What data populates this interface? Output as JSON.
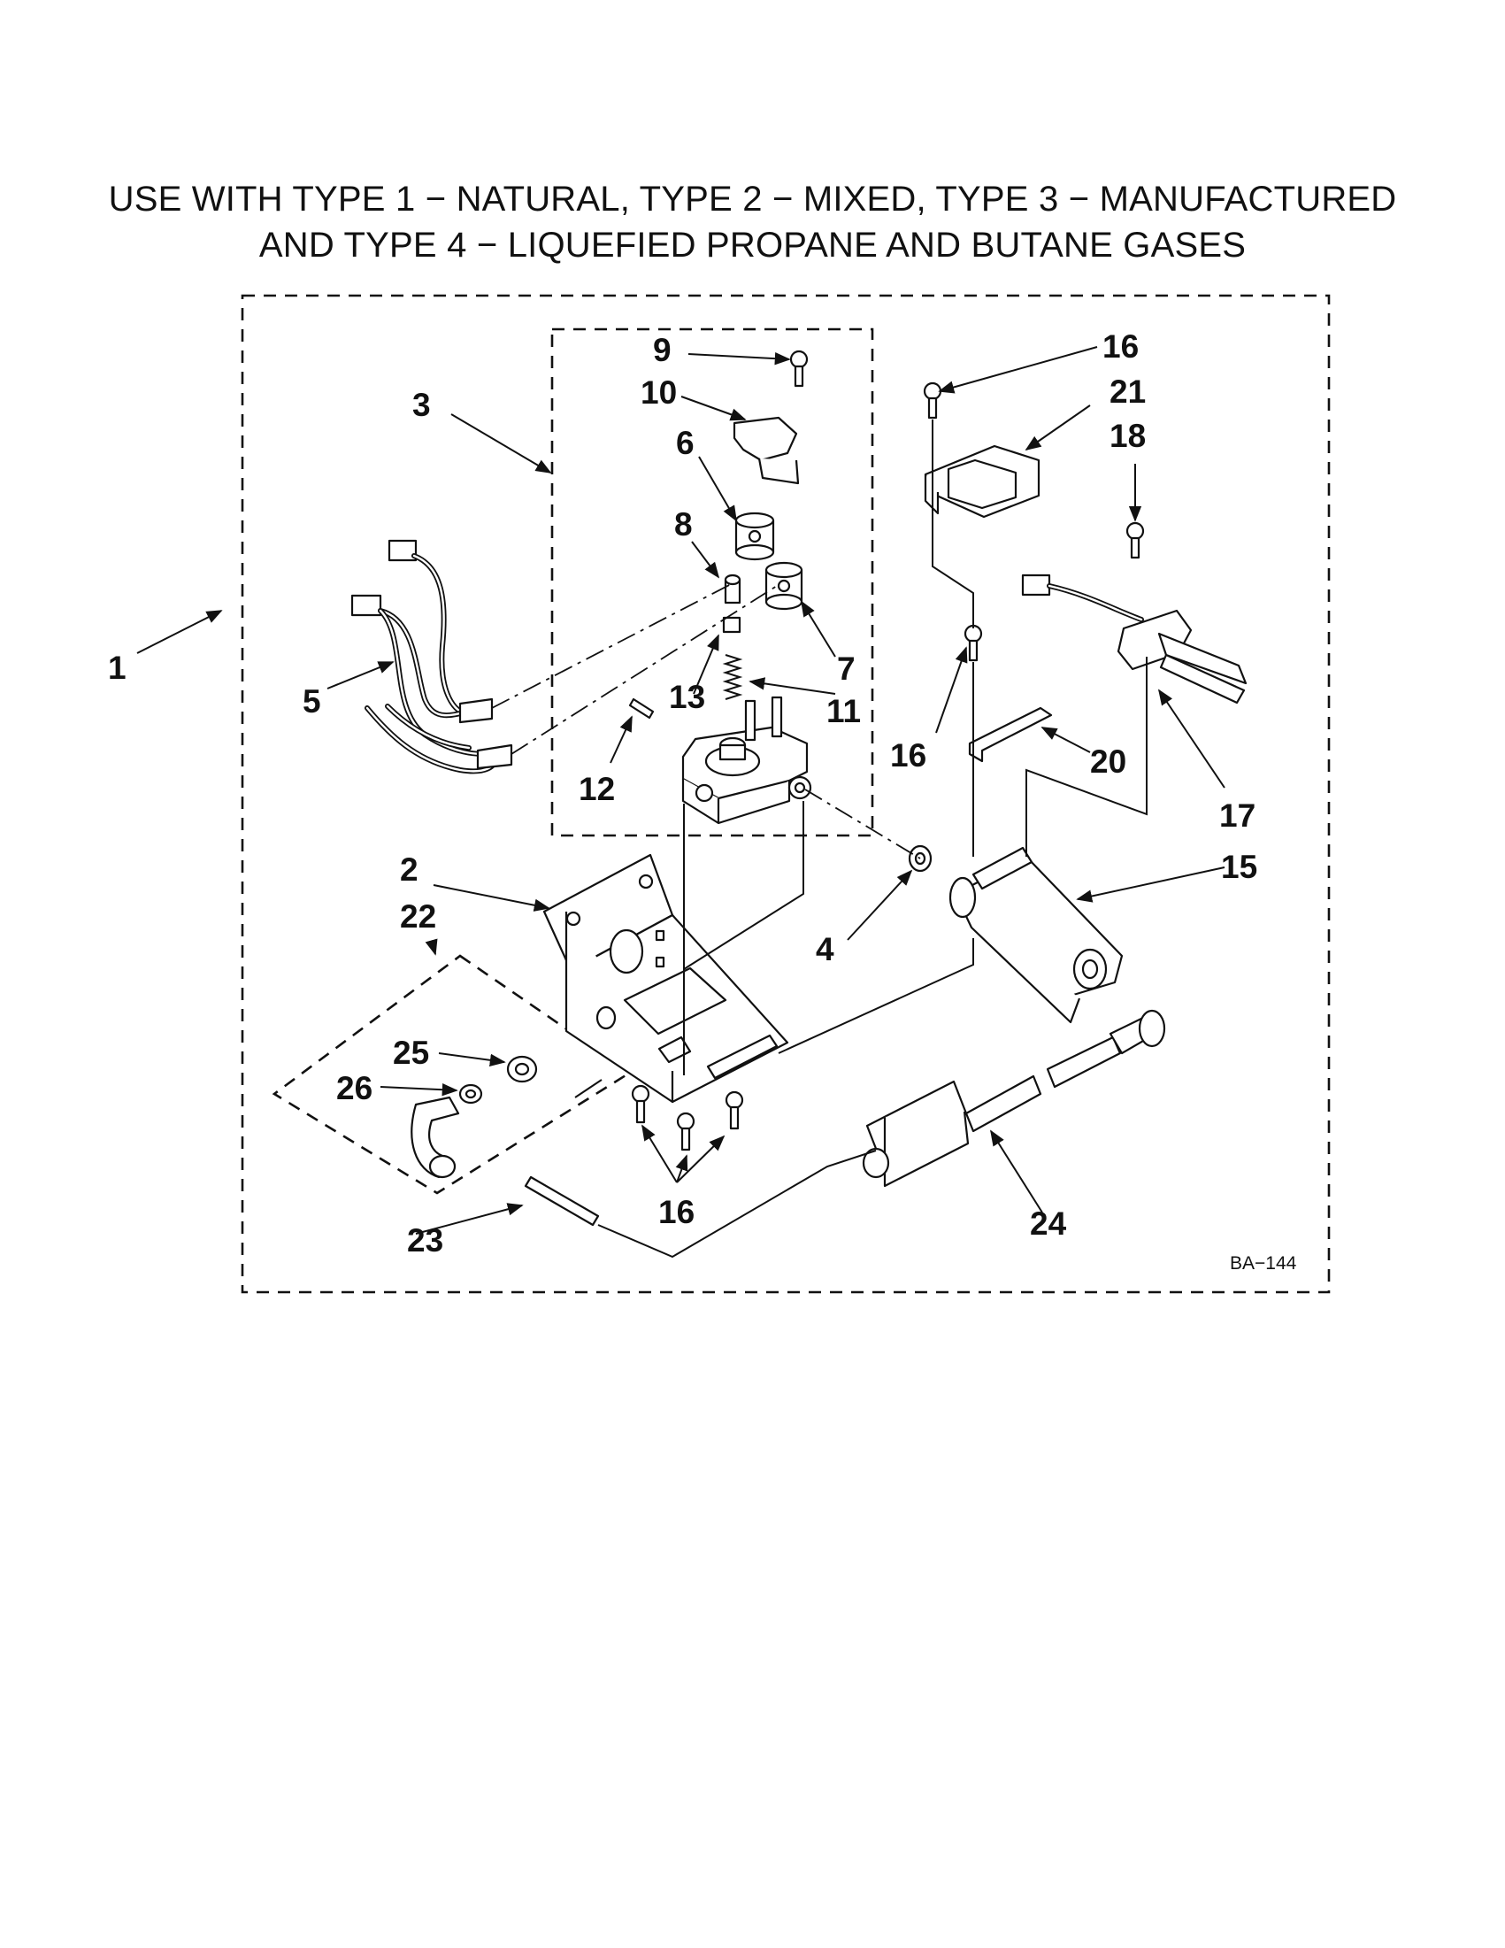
{
  "title": {
    "line1": "USE WITH TYPE 1 − NATURAL, TYPE 2 − MIXED, TYPE 3 − MANUFACTURED",
    "line2": "AND TYPE 4 − LIQUEFIED PROPANE AND BUTANE GASES"
  },
  "drawing_code": "BA−144",
  "callouts": {
    "c1": "1",
    "c2": "2",
    "c3": "3",
    "c4": "4",
    "c5": "5",
    "c6": "6",
    "c7": "7",
    "c8": "8",
    "c9": "9",
    "c10": "10",
    "c11": "11",
    "c12": "12",
    "c13": "13",
    "c15": "15",
    "c16a": "16",
    "c16b": "16",
    "c16c": "16",
    "c17": "17",
    "c18": "18",
    "c20": "20",
    "c21": "21",
    "c22": "22",
    "c23": "23",
    "c24": "24",
    "c25": "25",
    "c26": "26"
  }
}
